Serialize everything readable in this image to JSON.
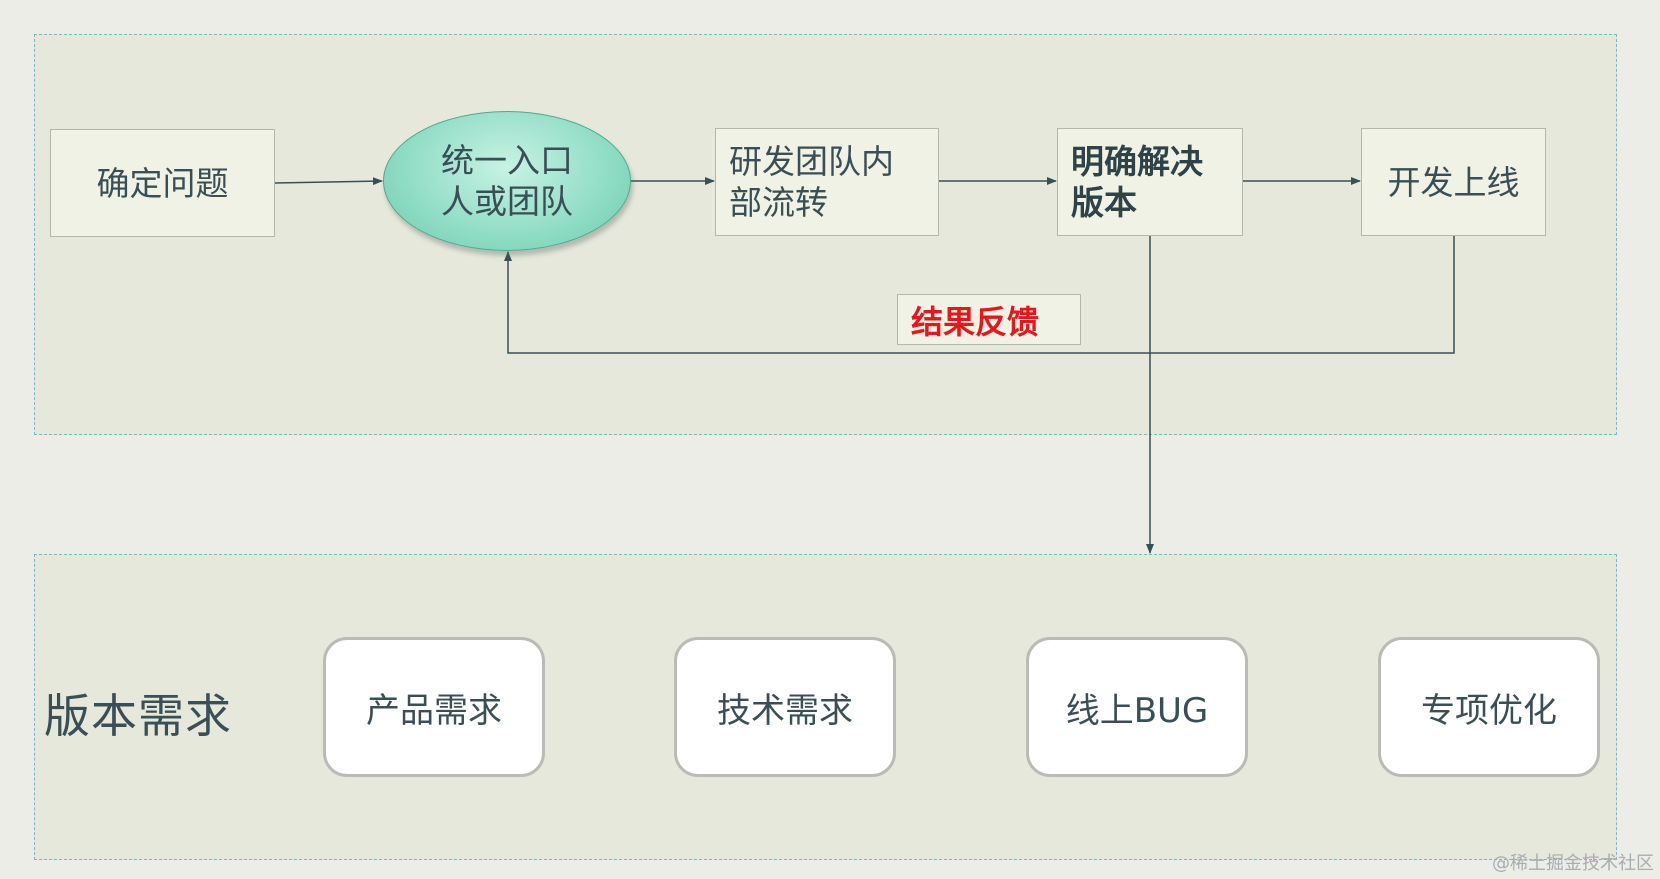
{
  "process": {
    "confirm_problem": "确定问题",
    "unified_entry": "统一入口\n人或团队",
    "internal_flow": "研发团队内\n部流转",
    "confirm_version": "明确解决\n版本",
    "develop_launch": "开发上线",
    "feedback": "结果反馈"
  },
  "requirements": {
    "title": "版本需求",
    "categories": [
      "产品需求",
      "技术需求",
      "线上BUG",
      "专项优化"
    ]
  },
  "watermark": "@稀土掘金技术社区",
  "colors": {
    "background": "#ecede7",
    "panel": "#e6e8dc",
    "panel_border": "#7fb3c8",
    "ellipse": "#8fdcc4",
    "feedback_text": "#e8151b",
    "line": "#3a4f55"
  }
}
